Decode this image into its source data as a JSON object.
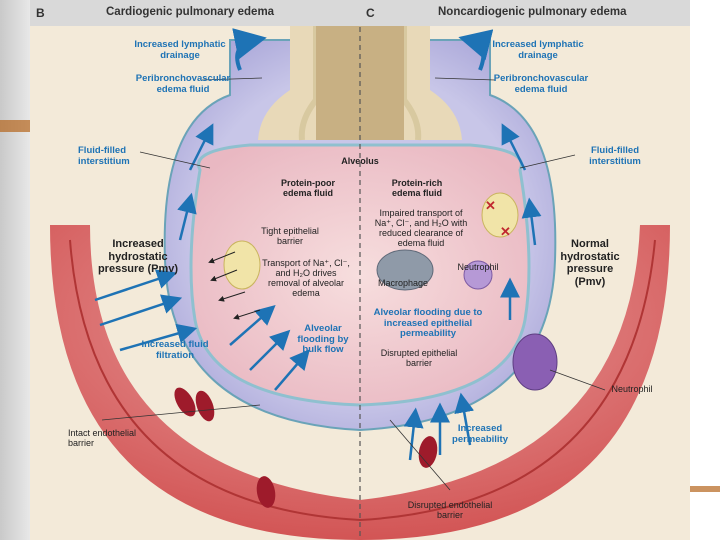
{
  "panels": {
    "left": {
      "letter": "B",
      "title": "Cardiogenic pulmonary edema"
    },
    "right": {
      "letter": "C",
      "title": "Noncardiogenic pulmonary edema"
    }
  },
  "labels": {
    "lymph_left": "Increased lymphatic drainage",
    "peri_left": "Peribronchovascular edema fluid",
    "lymph_right": "Increased lymphatic drainage",
    "peri_right": "Peribronchovascular edema fluid",
    "fluid_interstitium_left": "Fluid-filled interstitium",
    "fluid_interstitium_right": "Fluid-filled interstitium",
    "alveolus": "Alveolus",
    "protein_poor": "Protein-poor edema fluid",
    "protein_rich": "Protein-rich edema fluid",
    "tight_epithelial": "Tight epithelial barrier",
    "transport_left": "Transport of Na⁺, Cl⁻, and H₂O drives removal of alveolar edema",
    "impaired_transport": "Impaired transport of Na⁺, Cl⁻, and H₂O with reduced clearance of edema fluid",
    "neutrophil_inner": "Neutrophil",
    "macrophage": "Macrophage",
    "increased_pressure": "Increased hydrostatic pressure (Pmv)",
    "normal_pressure": "Normal hydrostatic pressure (Pmv)",
    "increased_filtration": "Increased fluid filtration",
    "alveolar_flooding_bulk": "Alveolar flooding by bulk flow",
    "alveolar_flooding_perm": "Alveolar flooding due to increased epithelial permeability",
    "disrupted_epithelial": "Disrupted epithelial barrier",
    "neutrophil_outer": "Neutrophil",
    "increased_permeability": "Increased permeability",
    "intact_endothelial": "Intact endothelial barrier",
    "disrupted_endothelial": "Disrupted endothelial barrier"
  }
}
